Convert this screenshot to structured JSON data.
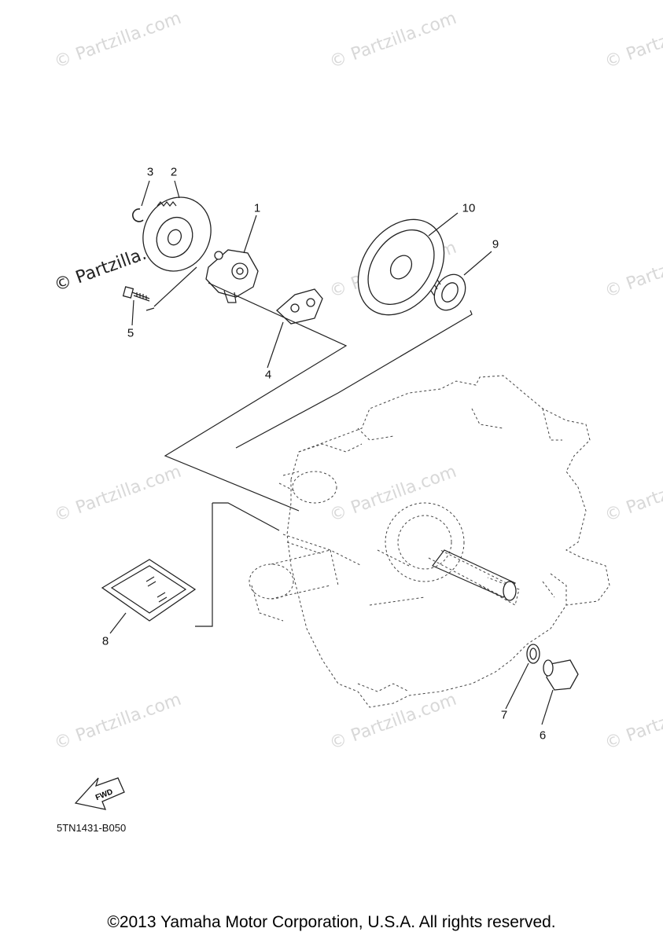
{
  "watermark_text": "© Partzilla.com",
  "diagram_code": "5TN1431-B050",
  "copyright": "©2013 Yamaha Motor Corporation, U.S.A. All rights reserved.",
  "fwd_label": "FWD",
  "callouts": [
    "1",
    "2",
    "3",
    "4",
    "5",
    "6",
    "7",
    "8",
    "9",
    "10"
  ]
}
